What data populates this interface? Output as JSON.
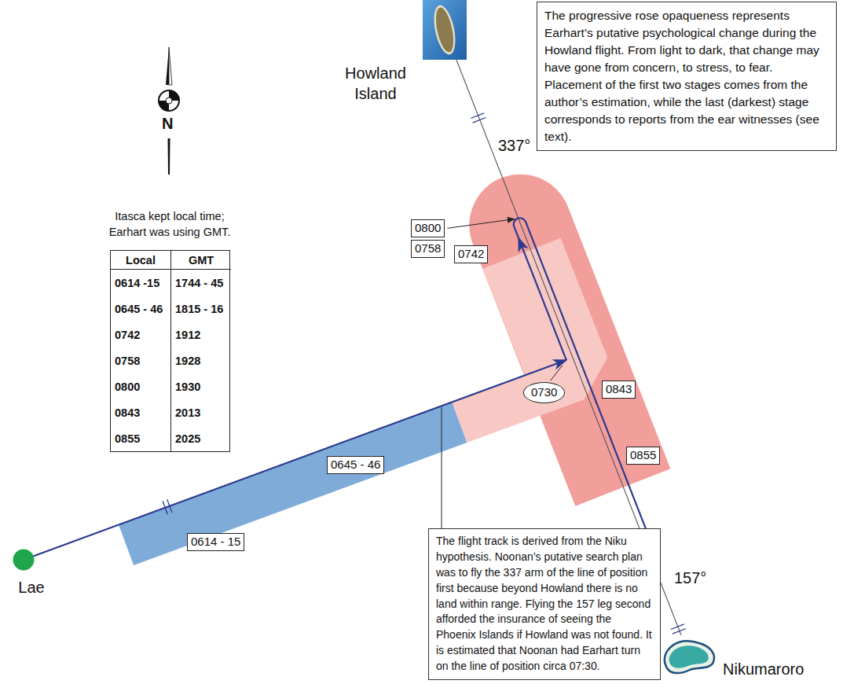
{
  "diagram": {
    "nodes": [
      {
        "text": [
          "The progressive rose opaqueness represents Earhart’s putative psychological change during the Howland flight. From light to dark, that change may have gone from concern, to stress, to fear. Placement of the first two stages comes from the author’s estimation, while the last (darkest) stage corresponds to reports from the ear witnesses (see text)."
        ]
      },
      {
        "text": [
          "Howland Island"
        ]
      },
      {
        "text": [
          "0800"
        ]
      },
      {
        "text": [
          "0758"
        ]
      },
      {
        "text": [
          "0742"
        ]
      },
      {
        "text": [
          "0730"
        ]
      },
      {
        "text": [
          "0843"
        ]
      },
      {
        "text": [
          "0855"
        ]
      },
      {
        "text": [
          "0645 - 46"
        ]
      },
      {
        "text": [
          "0614 - 15"
        ]
      },
      {
        "text": [
          "The flight track is derived from the Niku hypothesis. Noonan’s putative search plan was to fly the 337 arm of the line of position first because beyond Howland there is no land within range. Flying the 157 leg second afforded the insurance of seeing the Phoenix Islands if Howland was not found. It is estimated that Noonan had Earhart turn on the line of position circa 07:30."
        ]
      },
      {
        "text": [
          "Lae"
        ]
      },
      {
        "text": [
          "Nikumaroro"
        ]
      }
    ],
    "edges": [
      {
        "from": 1,
        "to": 12,
        "arrow": "none"
      }
    ],
    "labels": [
      "N",
      "Itasca kept local time; Earhart was using GMT.",
      "Local",
      "GMT",
      "0614 -15",
      "1744 - 45",
      "0645 - 46",
      "1815 - 16",
      "0742",
      "1912",
      "0758",
      "1928",
      "0800",
      "1930",
      "0843",
      "2013",
      "0855",
      "2025",
      "337°",
      "157°"
    ]
  }
}
